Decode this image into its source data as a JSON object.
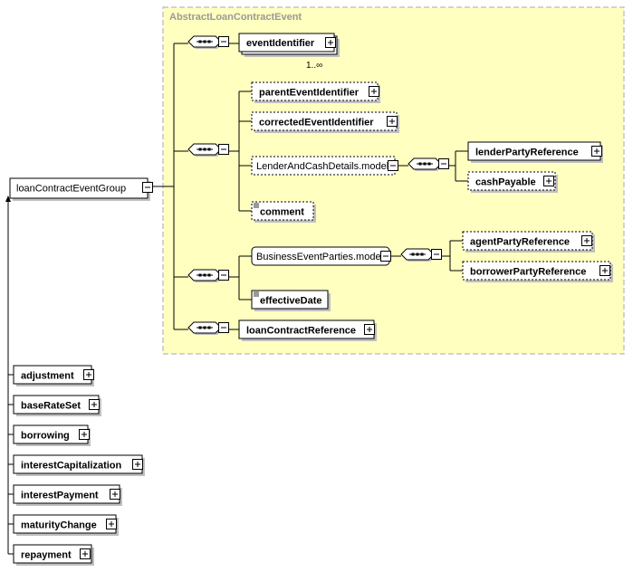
{
  "colors": {
    "group_fill": "#ffffc0",
    "group_border": "#b0b0b0",
    "box_border": "#000000",
    "shadow": "#c0c0c0",
    "text": "#000000",
    "group_title": "#999999"
  },
  "root": {
    "label": "loanContractEventGroup"
  },
  "abstract_group": {
    "title": "AbstractLoanContractEvent"
  },
  "elements": {
    "event_identifier": {
      "label": "eventIdentifier",
      "cardinality": "1..∞"
    },
    "parent_event_identifier": {
      "label": "parentEventIdentifier"
    },
    "corrected_event_identifier": {
      "label": "correctedEventIdentifier"
    },
    "lender_and_cash_details": {
      "label": "LenderAndCashDetails.model"
    },
    "lender_party_reference": {
      "label": "lenderPartyReference"
    },
    "cash_payable": {
      "label": "cashPayable"
    },
    "comment": {
      "label": "comment"
    },
    "business_event_parties": {
      "label": "BusinessEventParties.model"
    },
    "agent_party_reference": {
      "label": "agentPartyReference"
    },
    "borrower_party_reference": {
      "label": "borrowerPartyReference"
    },
    "effective_date": {
      "label": "effectiveDate"
    },
    "loan_contract_reference": {
      "label": "loanContractReference"
    }
  },
  "derived_types": [
    {
      "label": "adjustment"
    },
    {
      "label": "baseRateSet"
    },
    {
      "label": "borrowing"
    },
    {
      "label": "interestCapitalization"
    },
    {
      "label": "interestPayment"
    },
    {
      "label": "maturityChange"
    },
    {
      "label": "repayment"
    }
  ],
  "icons": {
    "expand": "plus-box-icon",
    "collapse": "minus-box-icon",
    "sequence": "sequence-compositor-icon",
    "text_content": "text-content-icon"
  }
}
